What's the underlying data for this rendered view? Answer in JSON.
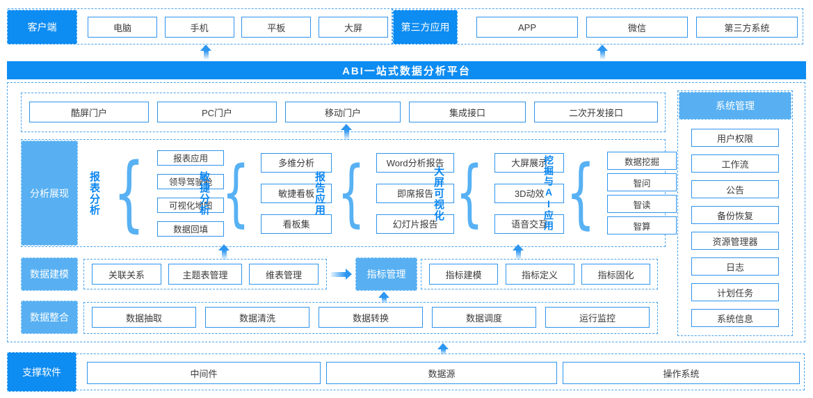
{
  "colors": {
    "primary_blue": "#0d8cf2",
    "light_blue": "#58b0f2",
    "box_border_blue": "#2e93ec",
    "dashed_border_blue": "#49a3ee",
    "group_title_blue": "#0c86ef",
    "box_text": "#3a3a3a"
  },
  "banner": {
    "title": "ABI一站式数据分析平台"
  },
  "client": {
    "label": "客户端",
    "items": [
      "电脑",
      "手机",
      "平板",
      "大屏"
    ]
  },
  "third_party": {
    "label": "第三方应用",
    "items": [
      "APP",
      "微信",
      "第三方系统"
    ]
  },
  "portals": {
    "items": [
      "酷屏门户",
      "PC门户",
      "移动门户",
      "集成接口",
      "二次开发接口"
    ]
  },
  "analysis": {
    "label": "分析展现",
    "groups": [
      {
        "title": "报表分析",
        "items": [
          "报表应用",
          "领导驾驶舱",
          "可视化地图",
          "数据回填"
        ]
      },
      {
        "title": "敏捷分析",
        "items": [
          "多维分析",
          "敏捷看板",
          "看板集"
        ]
      },
      {
        "title": "报告应用",
        "items": [
          "Word分析报告",
          "即席报告",
          "幻灯片报告"
        ]
      },
      {
        "title": "大屏可视化",
        "items": [
          "大屏展示",
          "3D动效",
          "语音交互"
        ]
      },
      {
        "title": "挖掘与AI应用",
        "items": [
          "数据挖掘",
          "智问",
          "智读",
          "智算"
        ]
      }
    ]
  },
  "modeling": {
    "label": "数据建模",
    "items": [
      "关联关系",
      "主题表管理",
      "维表管理"
    ],
    "indicator": {
      "label": "指标管理",
      "items": [
        "指标建模",
        "指标定义",
        "指标固化"
      ]
    }
  },
  "integration": {
    "label": "数据整合",
    "items": [
      "数据抽取",
      "数据清洗",
      "数据转换",
      "数据调度",
      "运行监控"
    ]
  },
  "system": {
    "label": "系统管理",
    "items": [
      "用户权限",
      "工作流",
      "公告",
      "备份恢复",
      "资源管理器",
      "日志",
      "计划任务",
      "系统信息"
    ]
  },
  "support": {
    "label": "支撑软件",
    "items": [
      "中间件",
      "数据源",
      "操作系统"
    ]
  }
}
